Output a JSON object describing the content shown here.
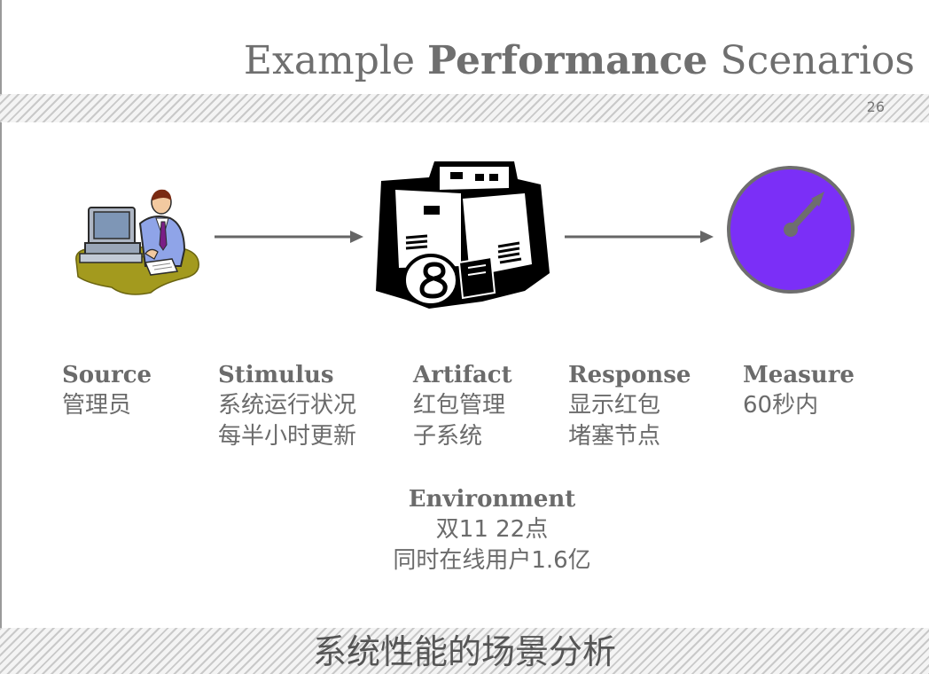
{
  "slide": {
    "title_plain_1": "Example ",
    "title_bold": "Performance",
    "title_plain_2": " Scenarios",
    "page_number": "26",
    "bottom_caption": "系统性能的场景分析"
  },
  "columns": [
    {
      "heading": "Source",
      "lines": [
        "管理员"
      ]
    },
    {
      "heading": "Stimulus",
      "lines": [
        "系统运行状况",
        "每半小时更新"
      ]
    },
    {
      "heading": "Artifact",
      "lines": [
        "红包管理",
        "子系统"
      ]
    },
    {
      "heading": "Response",
      "lines": [
        "显示红包",
        "堵塞节点"
      ]
    },
    {
      "heading": "Measure",
      "lines": [
        "60秒内"
      ]
    }
  ],
  "environment": {
    "heading": "Environment",
    "lines": [
      "双11 22点",
      "同时在线用户1.6亿"
    ]
  },
  "colors": {
    "gauge_fill": "#7b2ff7",
    "gauge_border": "#6e6e6e",
    "arrow": "#666666"
  },
  "icons": [
    "person-at-computer-icon",
    "servers-icon",
    "gauge-icon"
  ]
}
